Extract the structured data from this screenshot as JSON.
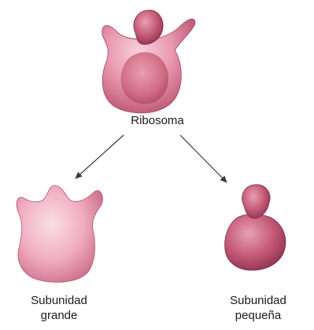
{
  "labels": {
    "ribosome": "Ribosoma",
    "large_subunit": [
      "Subunidad",
      "grande"
    ],
    "small_subunit": [
      "Subunidad",
      "pequeña"
    ]
  },
  "colors": {
    "body_light": "#f2b8c8",
    "body_mid": "#e48aa2",
    "body_dark": "#b44a68",
    "core": "#d46e86",
    "edge": "#8a2f4a",
    "arrow": "#3a3a3a"
  }
}
